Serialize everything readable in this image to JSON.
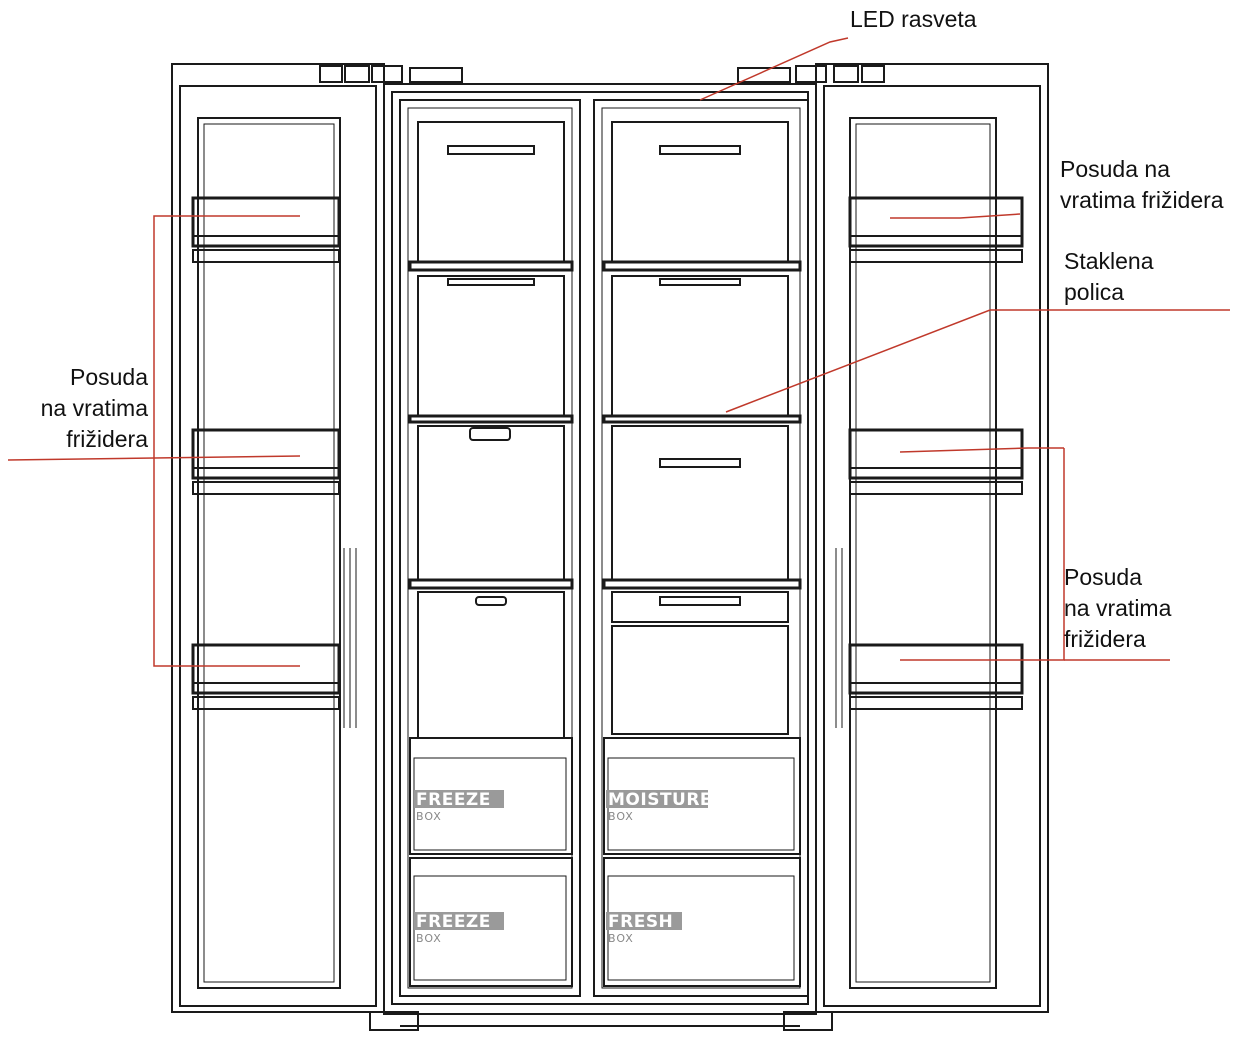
{
  "labels": {
    "led": "LED rasveta",
    "door_bin_top_right": [
      "Posuda na",
      "vratima frižidera"
    ],
    "glass_shelf": [
      "Staklena",
      "polica"
    ],
    "door_bin_left": [
      "Posuda",
      "na vratima",
      "frižidera"
    ],
    "door_bin_bottom_right": [
      "Posuda",
      "na vratima",
      "frižidera"
    ]
  },
  "drawers": {
    "freezer_top": {
      "title": "FREEZE",
      "sub": "BOX"
    },
    "freezer_bottom": {
      "title": "FREEZE",
      "sub": "BOX"
    },
    "moisture": {
      "title": "MOISTURE",
      "sub": "BOX"
    },
    "fresh": {
      "title": "FRESH",
      "sub": "BOX"
    }
  },
  "colors": {
    "outline": "#1a1a1a",
    "callout": "#c0392b",
    "box_label_bg": "#9a9a9a"
  }
}
